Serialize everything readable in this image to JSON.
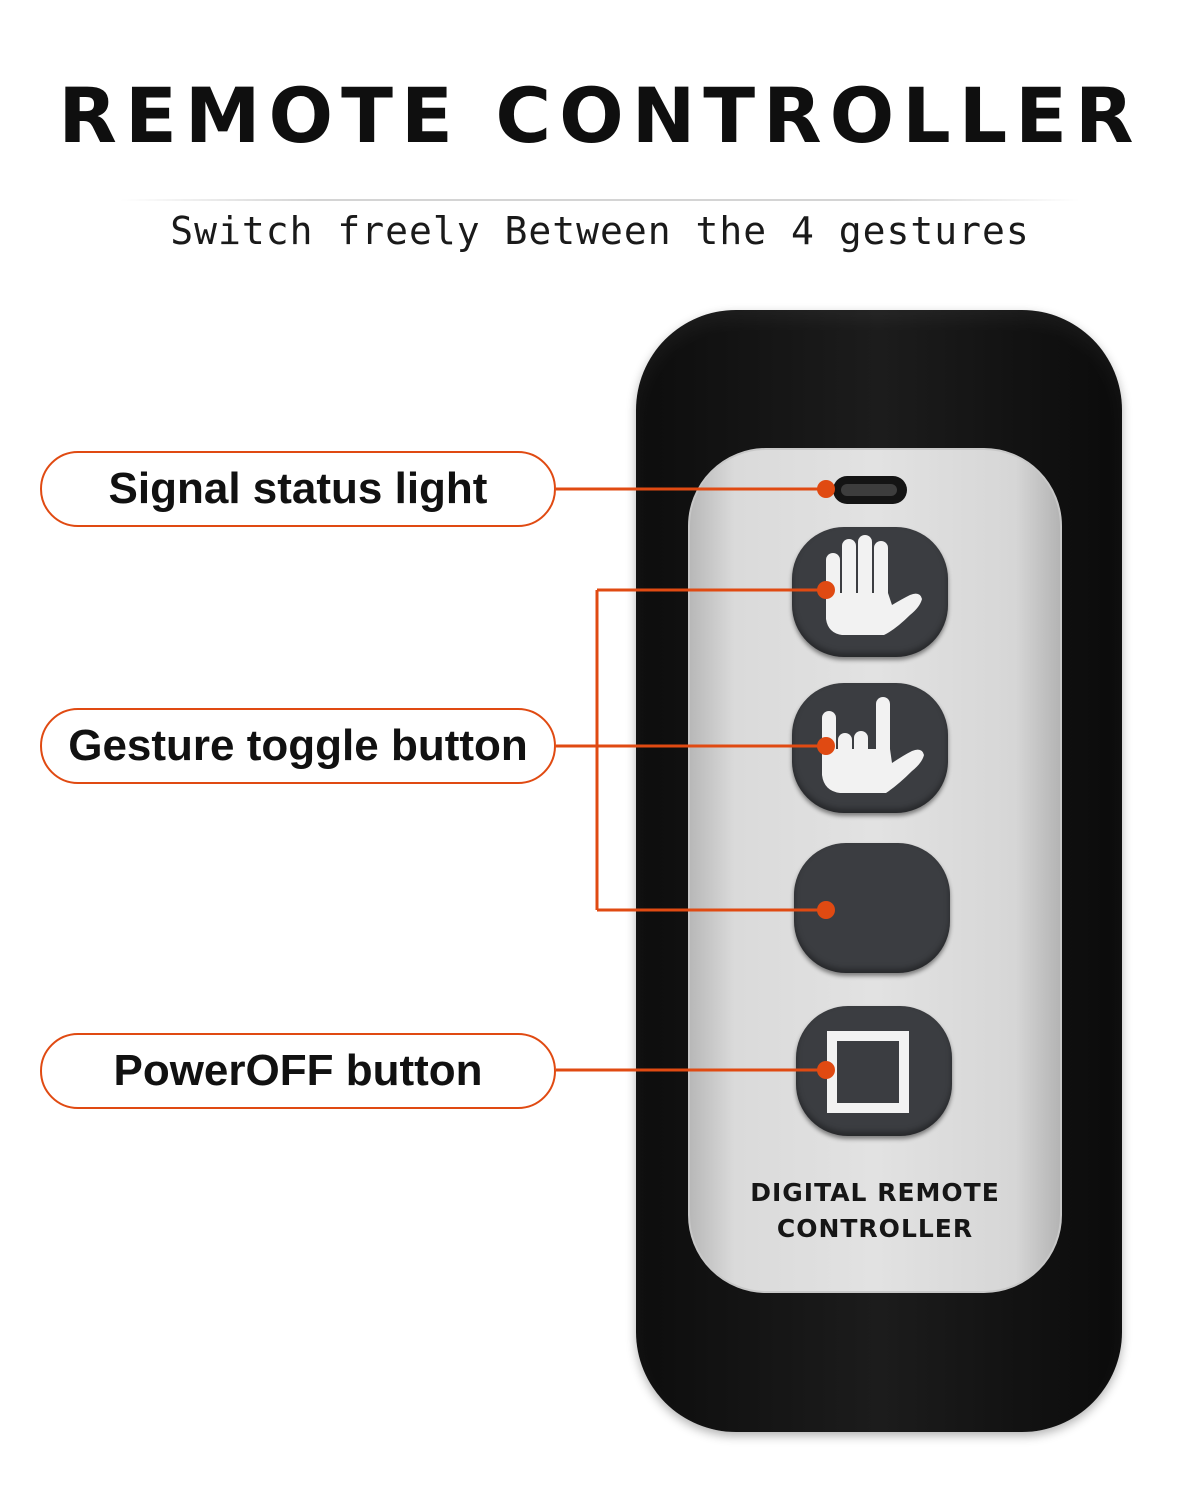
{
  "header": {
    "title": "REMOTE CONTROLLER",
    "subtitle": "Switch freely Between the 4 gestures"
  },
  "callouts": [
    {
      "label": "Signal status light"
    },
    {
      "label": "Gesture toggle button"
    },
    {
      "label": "PowerOFF button"
    }
  ],
  "device": {
    "printed_text_line1": "DIGITAL REMOTE",
    "printed_text_line2": "CONTROLLER",
    "buttons": [
      {
        "icon": "open-hand-icon"
      },
      {
        "icon": "rock-hand-icon"
      },
      {
        "icon": "blank-button"
      },
      {
        "icon": "square-stop-icon"
      }
    ]
  },
  "colors": {
    "accent": "#e04a12",
    "remote_body": "#121212",
    "panel": "#dcdcdc",
    "button": "#3b3d41"
  }
}
